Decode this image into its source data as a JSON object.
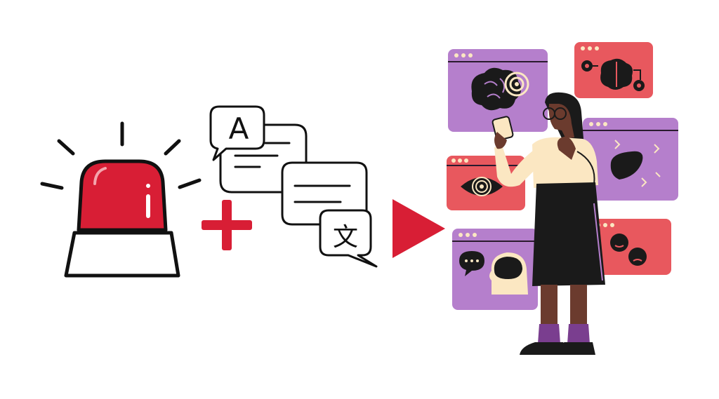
{
  "translation": {
    "source_glyph": "A",
    "target_glyph": "文"
  },
  "colors": {
    "red": "#d81e35",
    "purple": "#b57fcc",
    "coral": "#e8585e",
    "cream": "#fbe7c2",
    "dark": "#1a1a1a",
    "skin": "#6b3b2e",
    "muted_purple": "#7a3e8f"
  },
  "icons": [
    "siren-icon",
    "plus-icon",
    "translate-bubbles-icon",
    "play-arrow-icon",
    "brain-windows-illustration"
  ]
}
